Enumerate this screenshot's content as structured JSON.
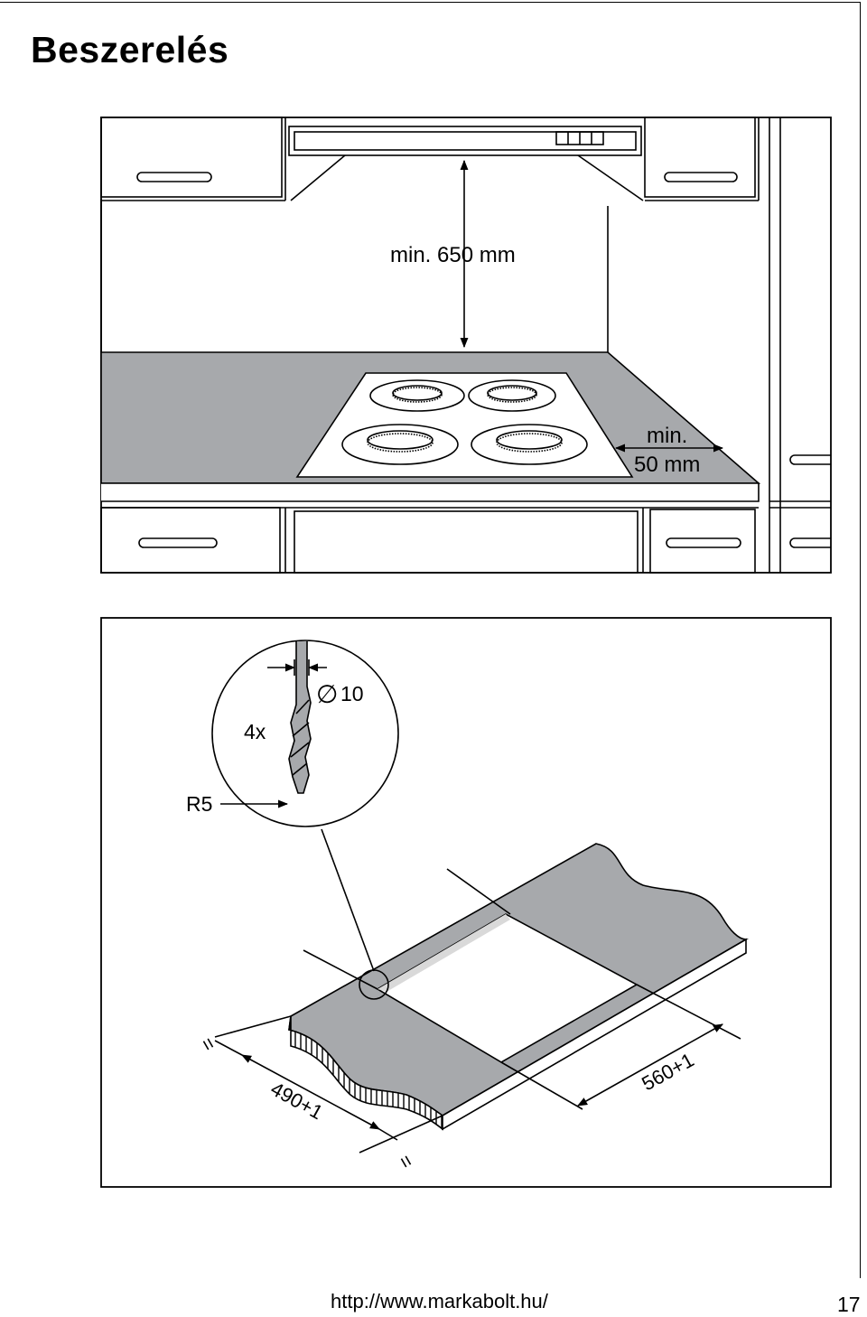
{
  "page": {
    "title": "Beszerelés",
    "footer_url": "http://www.markabolt.hu/",
    "page_number": "17"
  },
  "kitchen_figure": {
    "hood_height_label": "min. 650 mm",
    "side_clearance_label_line1": "min.",
    "side_clearance_label_line2": "50 mm"
  },
  "cutout_figure": {
    "drill_count_label": "4x",
    "drill_diameter_symbol": "∅",
    "drill_diameter_value": "10",
    "corner_radius_label": "R5",
    "width_dimension": "490+1",
    "length_dimension": "560+1",
    "equal_mark": "="
  }
}
